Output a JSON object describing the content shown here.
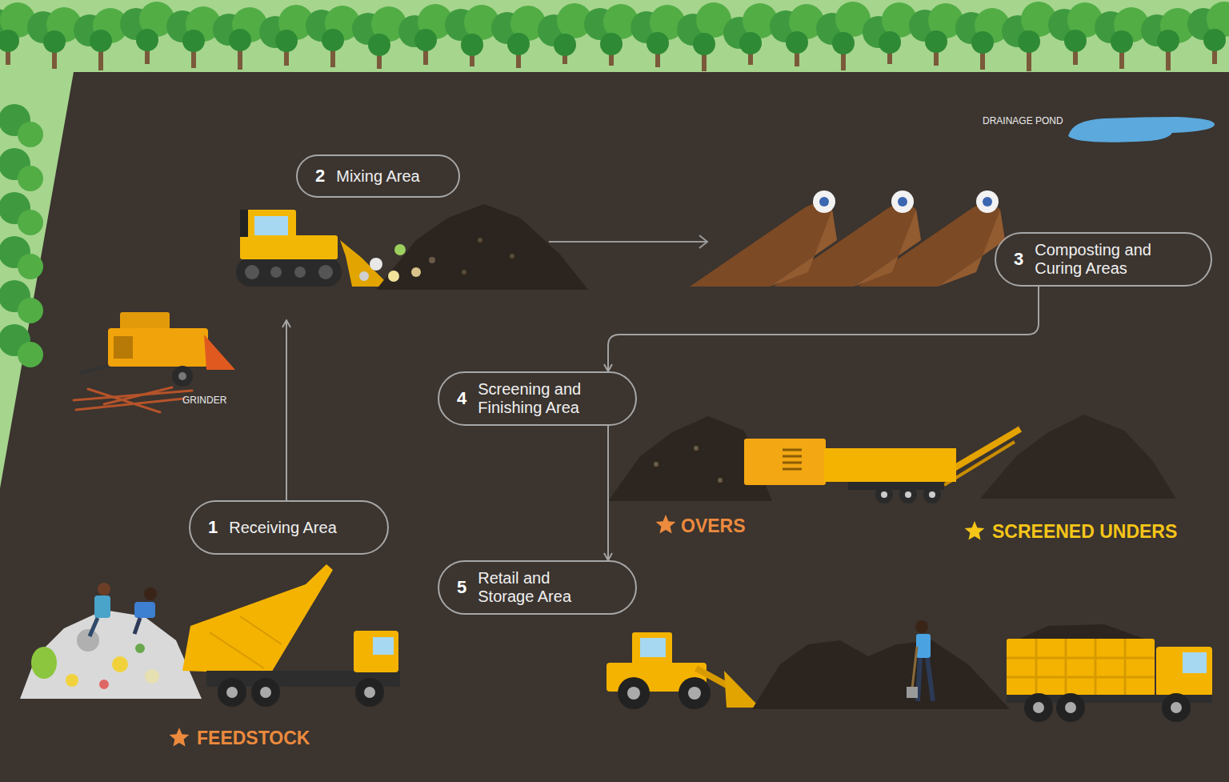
{
  "diagram": {
    "nodes": [
      {
        "text": [
          "1",
          "Receiving Area"
        ]
      },
      {
        "text": [
          "2",
          "Mixing Area"
        ]
      },
      {
        "text": [
          "3",
          "Composting and Curing Areas"
        ]
      },
      {
        "text": [
          "4",
          "Screening and Finishing Area"
        ]
      },
      {
        "text": [
          "5",
          "Retail and Storage Area"
        ]
      }
    ],
    "edges": [
      {
        "from": 0,
        "to": 1,
        "arrow": "to"
      },
      {
        "from": 2,
        "to": 3,
        "arrow": "to"
      },
      {
        "from": 3,
        "to": 4,
        "arrow": "to"
      }
    ],
    "labels": [
      "DRAINAGE POND",
      "GRINDER",
      "OVERS",
      "SCREENED UNDERS",
      "FEEDSTOCK"
    ]
  }
}
